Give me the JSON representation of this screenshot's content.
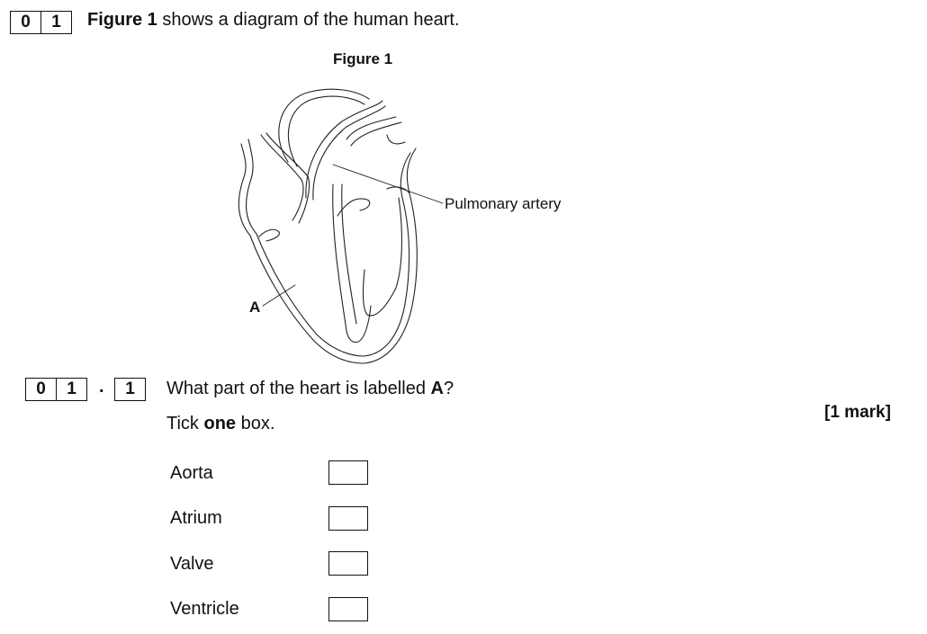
{
  "question": {
    "number_digits": [
      "0",
      "1"
    ],
    "intro_bold": "Figure 1",
    "intro_rest": " shows a diagram of the human heart."
  },
  "figure": {
    "title": "Figure 1",
    "labels": {
      "pulmonary_artery": "Pulmonary artery",
      "a": "A"
    }
  },
  "subquestion": {
    "number_digits": [
      "0",
      "1"
    ],
    "separator": ".",
    "sub_digit": "1",
    "text_before": "What part of the heart is labelled ",
    "text_bold": "A",
    "text_after": "?",
    "instruction_before": "Tick ",
    "instruction_bold": "one",
    "instruction_after": " box.",
    "marks": "[1 mark]",
    "options": [
      {
        "label": "Aorta"
      },
      {
        "label": "Atrium"
      },
      {
        "label": "Valve"
      },
      {
        "label": "Ventricle"
      }
    ]
  }
}
